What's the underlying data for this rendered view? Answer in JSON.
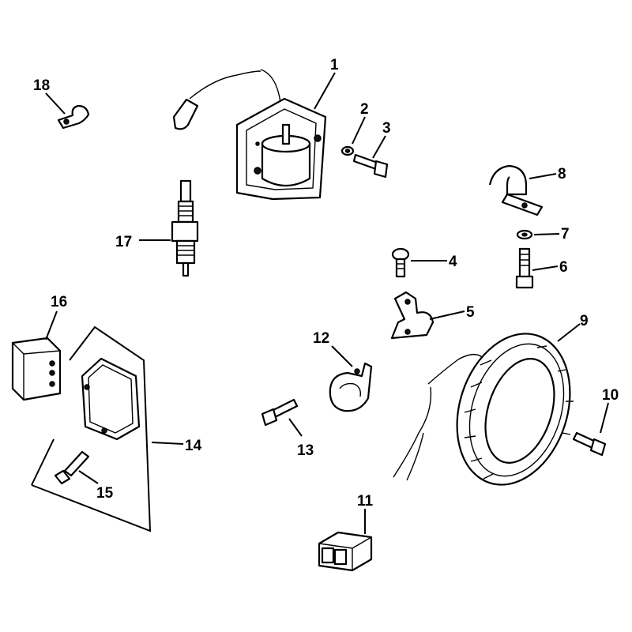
{
  "callouts": [
    {
      "num": "1",
      "part": "ignition-coil"
    },
    {
      "num": "2",
      "part": "lock-washer"
    },
    {
      "num": "3",
      "part": "coil-screw"
    },
    {
      "num": "4",
      "part": "clip-screw"
    },
    {
      "num": "5",
      "part": "bracket-clip"
    },
    {
      "num": "6",
      "part": "clamp-screw"
    },
    {
      "num": "7",
      "part": "clamp-washer"
    },
    {
      "num": "8",
      "part": "cable-clamp"
    },
    {
      "num": "9",
      "part": "stator"
    },
    {
      "num": "10",
      "part": "stator-screw"
    },
    {
      "num": "11",
      "part": "connector"
    },
    {
      "num": "12",
      "part": "wire-clamp"
    },
    {
      "num": "13",
      "part": "clamp-bolt"
    },
    {
      "num": "14",
      "part": "rectifier-kit"
    },
    {
      "num": "15",
      "part": "rectifier-screw"
    },
    {
      "num": "16",
      "part": "terminal-block"
    },
    {
      "num": "17",
      "part": "spark-plug"
    },
    {
      "num": "18",
      "part": "cable-clip"
    }
  ]
}
